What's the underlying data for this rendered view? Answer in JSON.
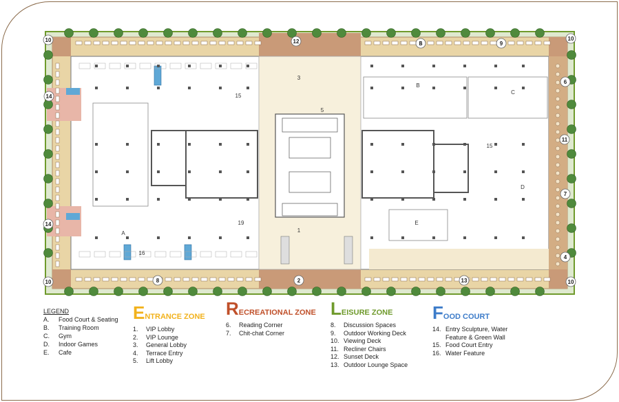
{
  "colors": {
    "entrance": "#f2b21c",
    "recreational": "#c0502a",
    "leisure": "#6f9a2c",
    "food": "#3d7cc9",
    "deck": "#c99a78",
    "deck_light": "#e9d5a6",
    "core": "#f7f0dc",
    "tree": "#4f8a3c",
    "border": "#8a6a4a"
  },
  "plan": {
    "callouts": [
      {
        "id": "c10a",
        "label": "10"
      },
      {
        "id": "c12",
        "label": "12"
      },
      {
        "id": "c8a",
        "label": "8"
      },
      {
        "id": "c9",
        "label": "9"
      },
      {
        "id": "c10b",
        "label": "10"
      },
      {
        "id": "c14a",
        "label": "14"
      },
      {
        "id": "c6",
        "label": "6"
      },
      {
        "id": "c11",
        "label": "11"
      },
      {
        "id": "c7",
        "label": "7"
      },
      {
        "id": "c14b",
        "label": "14"
      },
      {
        "id": "c4",
        "label": "4"
      },
      {
        "id": "c10c",
        "label": "10"
      },
      {
        "id": "c8b",
        "label": "8"
      },
      {
        "id": "c2",
        "label": "2"
      },
      {
        "id": "c13",
        "label": "13"
      },
      {
        "id": "c10d",
        "label": "10"
      }
    ],
    "room_labels": [
      {
        "id": "r3",
        "label": "3"
      },
      {
        "id": "r5",
        "label": "5"
      },
      {
        "id": "r1",
        "label": "1"
      },
      {
        "id": "r15a",
        "label": "15"
      },
      {
        "id": "r15b",
        "label": "15"
      },
      {
        "id": "r19",
        "label": "19"
      },
      {
        "id": "r16",
        "label": "16"
      },
      {
        "id": "rA",
        "label": "A"
      },
      {
        "id": "rBa",
        "label": "B"
      },
      {
        "id": "rBb",
        "label": "B"
      },
      {
        "id": "rC",
        "label": "C"
      },
      {
        "id": "rD",
        "label": "D"
      },
      {
        "id": "rE",
        "label": "E"
      }
    ]
  },
  "legend": {
    "title": "LEGEND",
    "items": [
      {
        "key": "A.",
        "text": "Food Court & Seating"
      },
      {
        "key": "B.",
        "text": "Training Room"
      },
      {
        "key": "C.",
        "text": "Gym"
      },
      {
        "key": "D.",
        "text": "Indoor Games"
      },
      {
        "key": "E.",
        "text": "Cafe"
      }
    ]
  },
  "zones": [
    {
      "id": "entrance",
      "initial": "E",
      "rest": "NTRANCE ZONE",
      "items": [
        {
          "n": "1.",
          "t": "VIP Lobby"
        },
        {
          "n": "2.",
          "t": "VIP Lounge"
        },
        {
          "n": "3.",
          "t": "General Lobby"
        },
        {
          "n": "4.",
          "t": "Terrace Entry"
        },
        {
          "n": "5.",
          "t": "Lift Lobby"
        }
      ]
    },
    {
      "id": "recreational",
      "initial": "R",
      "rest": "ECREATIONAL ZONE",
      "items": [
        {
          "n": "6.",
          "t": "Reading Corner"
        },
        {
          "n": "7.",
          "t": "Chit-chat Corner"
        }
      ]
    },
    {
      "id": "leisure",
      "initial": "L",
      "rest": "EISURE ZONE",
      "items": [
        {
          "n": "8.",
          "t": "Discussion Spaces"
        },
        {
          "n": "9.",
          "t": "Outdoor Working Deck"
        },
        {
          "n": "10.",
          "t": "Viewing Deck"
        },
        {
          "n": "11.",
          "t": "Recliner Chairs"
        },
        {
          "n": "12.",
          "t": "Sunset Deck"
        },
        {
          "n": "13.",
          "t": "Outdoor Lounge Space"
        }
      ]
    },
    {
      "id": "food",
      "initial": "F",
      "rest": "OOD COURT",
      "items": [
        {
          "n": "14.",
          "t": "Entry Sculpture, Water\nFeature & Green Wall"
        },
        {
          "n": "15.",
          "t": "Food Court Entry"
        },
        {
          "n": "16.",
          "t": "Water Feature"
        }
      ]
    }
  ]
}
